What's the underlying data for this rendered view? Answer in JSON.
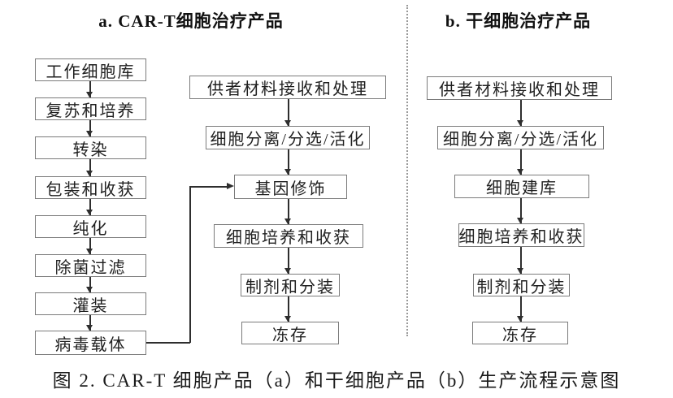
{
  "colors": {
    "background": "#ffffff",
    "box_border": "#7b7b7b",
    "box_text": "#1f1f1f",
    "arrow": "#2e2e2e",
    "divider": "#9a9a9a"
  },
  "section_a": {
    "title": "a. CAR-T细胞治疗产品",
    "vector_column": [
      "工作细胞库",
      "复苏和培养",
      "转染",
      "包装和收获",
      "纯化",
      "除菌过滤",
      "灌装",
      "病毒载体"
    ],
    "cell_column": [
      "供者材料接收和处理",
      "细胞分离/分选/活化",
      "基因修饰",
      "细胞培养和收获",
      "制剂和分装",
      "冻存"
    ]
  },
  "section_b": {
    "title": "b. 干细胞治疗产品",
    "column": [
      "供者材料接收和处理",
      "细胞分离/分选/活化",
      "细胞建库",
      "细胞培养和收获",
      "制剂和分装",
      "冻存"
    ]
  },
  "caption": "图 2. CAR-T 细胞产品（a）和干细胞产品（b）生产流程示意图"
}
